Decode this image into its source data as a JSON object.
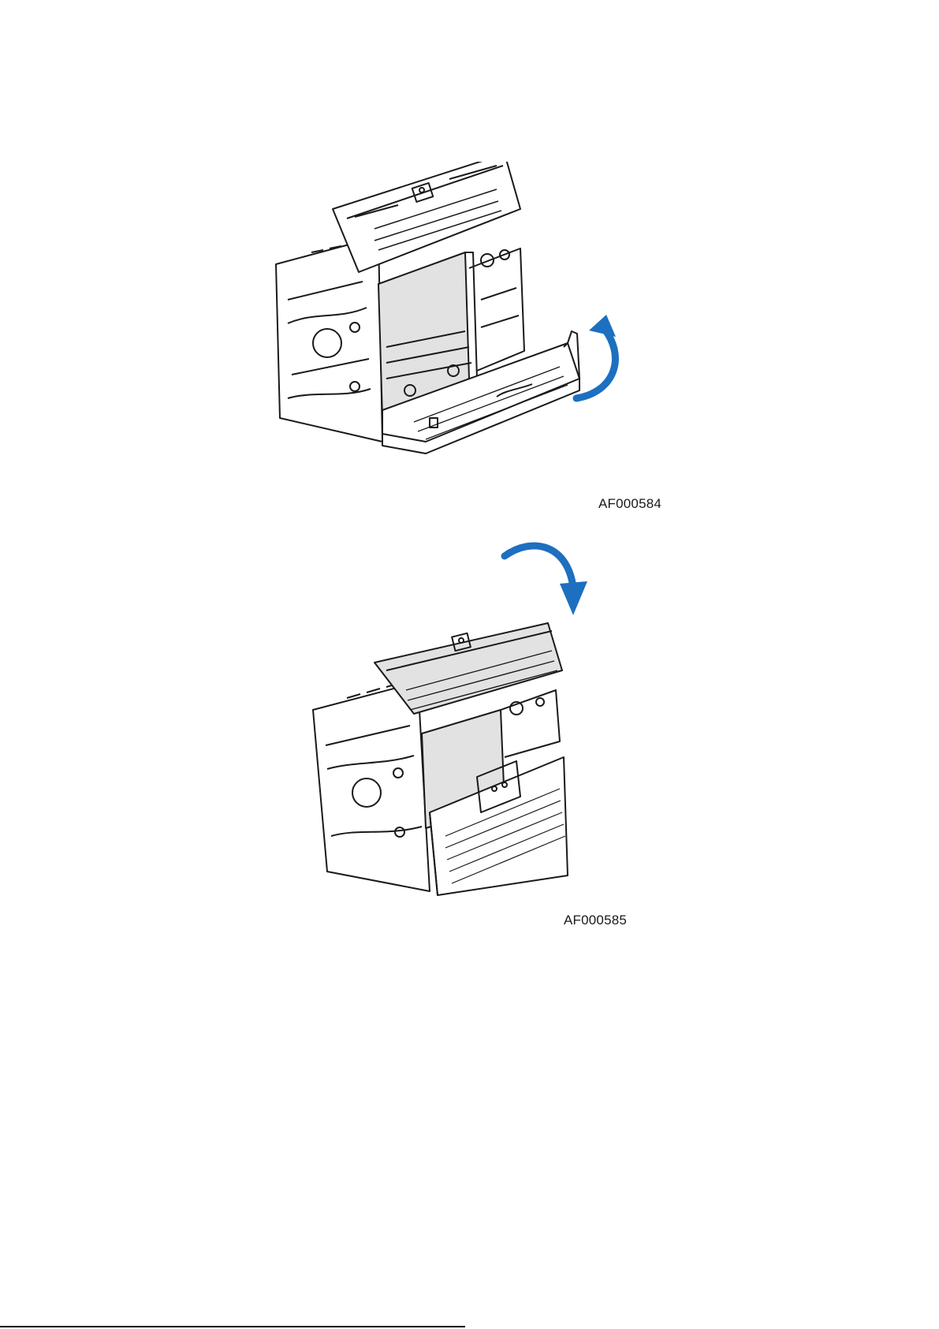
{
  "figures": [
    {
      "id": "fig-open",
      "caption": "AF000584",
      "arrow_direction": "clockwise-up",
      "arrow_color": "#1d6fc0"
    },
    {
      "id": "fig-closing",
      "caption": "AF000585",
      "arrow_direction": "clockwise-down",
      "arrow_color": "#1d6fc0"
    }
  ],
  "colors": {
    "line": "#1a1a1a",
    "fill_gray": "#e2e2e2",
    "fill_white": "#ffffff"
  }
}
